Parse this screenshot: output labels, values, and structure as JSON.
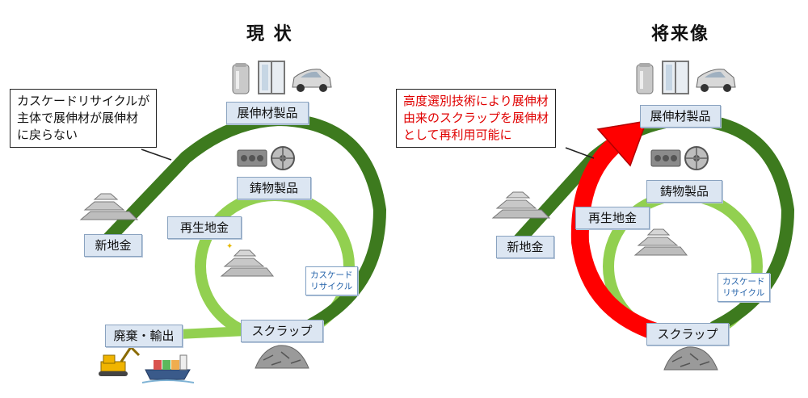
{
  "left_panel": {
    "title": "現 状",
    "callout": [
      "カスケードリサイクルが",
      "主体で展伸材が展伸材",
      "に戻らない"
    ],
    "labels": {
      "wrought": "展伸材製品",
      "cast": "鋳物製品",
      "recycled_ingot": "再生地金",
      "new_ingot": "新地金",
      "scrap": "スクラップ",
      "disposal": "廃棄・輸出",
      "cascade": [
        "カスケード",
        "リサイクル"
      ]
    }
  },
  "right_panel": {
    "title": "将来像",
    "callout": [
      "高度選別技術により展伸材",
      "由来のスクラップを展伸材",
      "として再利用可能に"
    ],
    "labels": {
      "wrought": "展伸材製品",
      "cast": "鋳物製品",
      "recycled_ingot": "再生地金",
      "new_ingot": "新地金",
      "scrap": "スクラップ",
      "cascade": [
        "カスケード",
        "リサイクル"
      ]
    }
  },
  "colors": {
    "dark_green": "#3d7a1e",
    "light_green": "#92d050",
    "red_arrow": "#ff0000",
    "label_fill": "#dce6f2",
    "callout_red_text": "#e00000"
  },
  "icons": [
    "can-icon",
    "window-icon",
    "car-icon",
    "engine-block-icon",
    "wheel-icon",
    "ingot-stack-icon",
    "scrap-pile-icon",
    "excavator-icon",
    "cargo-ship-icon"
  ]
}
